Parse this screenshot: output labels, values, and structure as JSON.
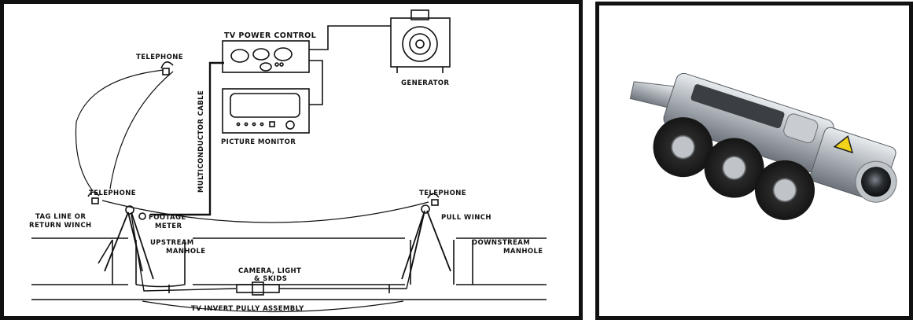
{
  "diagram": {
    "labels": {
      "tv_power_control": "TV POWER CONTROL",
      "generator": "GENERATOR",
      "telephone_top": "TELEPHONE",
      "picture_monitor": "PICTURE MONITOR",
      "multiconductor_cable": "MULTICONDUCTOR CABLE",
      "telephone_left": "TELEPHONE",
      "telephone_right": "TELEPHONE",
      "tag_line_1": "TAG LINE OR",
      "tag_line_2": "RETURN WINCH",
      "footage_1": "FOOTAGE",
      "footage_2": "METER",
      "pull_winch": "PULL WINCH",
      "upstream_1": "UPSTREAM",
      "upstream_2": "MANHOLE",
      "downstream_1": "DOWNSTREAM",
      "downstream_2": "MANHOLE",
      "camera_1": "CAMERA, LIGHT",
      "camera_2": "& SKIDS",
      "pulley_assembly": "TV INVERT PULLY ASSEMBLY"
    }
  },
  "photo": {
    "subject": "sewer-inspection-crawler-camera"
  }
}
